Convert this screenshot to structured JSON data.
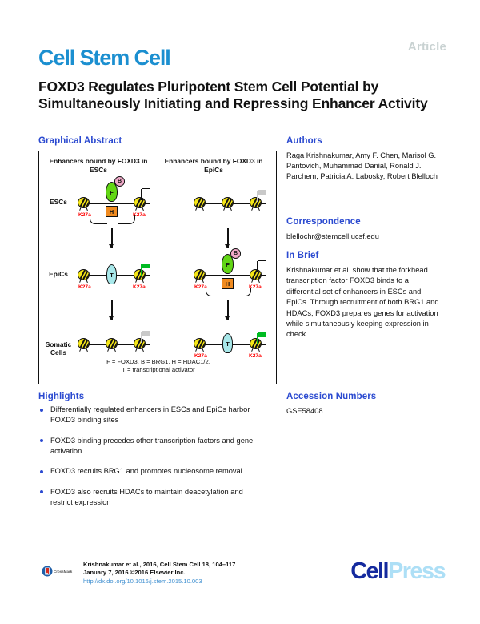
{
  "header": {
    "article_tag": "Article",
    "journal": "Cell Stem Cell",
    "title": "FOXD3 Regulates Pluripotent Stem Cell Potential by Simultaneously Initiating and Repressing Enhancer Activity"
  },
  "sections": {
    "graphical_abstract": "Graphical Abstract",
    "authors": "Authors",
    "correspondence": "Correspondence",
    "in_brief": "In Brief",
    "highlights": "Highlights",
    "accession_numbers": "Accession Numbers"
  },
  "authors": {
    "list": "Raga Krishnakumar, Amy F. Chen, Marisol G. Pantovich, Muhammad Danial, Ronald J. Parchem, Patricia A. Labosky, Robert Blelloch"
  },
  "correspondence": {
    "email": "blellochr@stemcell.ucsf.edu"
  },
  "in_brief": {
    "text": "Krishnakumar et al. show that the forkhead transcription factor FOXD3 binds to a differential set of enhancers in ESCs and EpiCs. Through recruitment of both BRG1 and HDACs, FOXD3 prepares genes for activation while simultaneously keeping expression in check."
  },
  "highlights": {
    "items": [
      "Differentially regulated enhancers in ESCs and EpiCs harbor FOXD3 binding sites",
      "FOXD3 binding precedes other transcription factors and gene activation",
      "FOXD3 recruits BRG1 and promotes nucleosome removal",
      "FOXD3 also recruits HDACs to maintain deacetylation and restrict expression"
    ]
  },
  "accession": {
    "value": "GSE58408"
  },
  "figure": {
    "column_titles": {
      "left": "Enhancers bound by FOXD3 in ESCs",
      "right": "Enhancers bound by FOXD3 in EpiCs"
    },
    "row_labels": {
      "escs": "ESCs",
      "epics": "EpiCs",
      "somatic": "Somatic Cells"
    },
    "marks": {
      "k27a": "K27a",
      "foxd3": "F",
      "brg1": "B",
      "hdac": "H",
      "activator": "T"
    },
    "legend_line1": "F = FOXD3, B = BRG1, H = HDAC1/2,",
    "legend_line2": "T = transcriptional activator"
  },
  "footer": {
    "citation_line1": "Krishnakumar et al., 2016, Cell Stem Cell 18, 104–117",
    "citation_line2": "January 7, 2016 ©2016 Elsevier Inc.",
    "doi": "http://dx.doi.org/10.1016/j.stem.2015.10.003",
    "publisher_primary": "Cell",
    "publisher_secondary": "Press"
  },
  "colors": {
    "journal_blue": "#1b8fd0",
    "heading_blue": "#2b4ad0",
    "k27a_red": "#ff0000",
    "nucleosome_yellow": "#f5e617",
    "foxd3_green": "#62d615",
    "brg1_pink": "#f0a9c8",
    "hdac_orange": "#f08b20",
    "activator_cyan": "#a8e8ea",
    "active_flag_green": "#00bb22"
  }
}
